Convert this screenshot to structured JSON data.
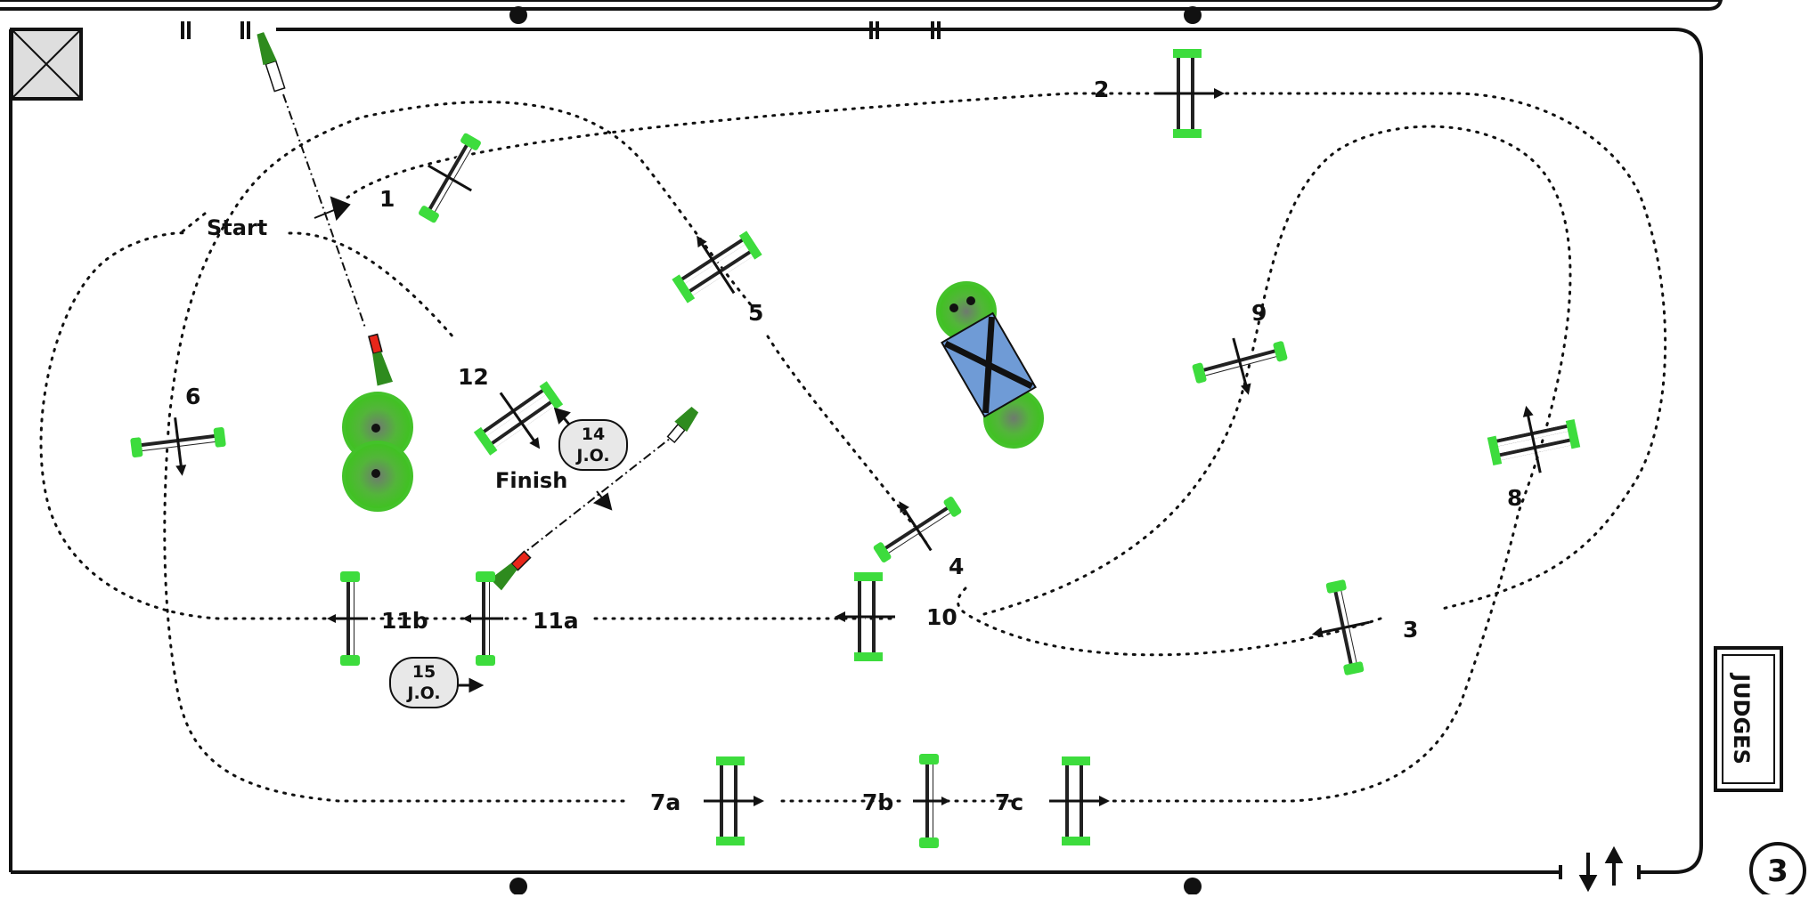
{
  "labels": {
    "start": "Start",
    "finish": "Finish",
    "n1": "1",
    "n2": "2",
    "n3": "3",
    "n4": "4",
    "n5": "5",
    "n6": "6",
    "n7a": "7a",
    "n7b": "7b",
    "n7c": "7c",
    "n8": "8",
    "n9": "9",
    "n10": "10",
    "n11a": "11a",
    "n11b": "11b",
    "n12": "12"
  },
  "jump_off": [
    {
      "number": "14",
      "text": "J.O."
    },
    {
      "number": "15",
      "text": "J.O."
    }
  ],
  "judges": "JUDGES",
  "page_number": "3",
  "colors": {
    "fence_green": "#3ddc3d",
    "tree_green": "#2e8b1e",
    "water_blue": "#6f9bd6",
    "flag_red": "#e8261a",
    "ink": "#111111"
  }
}
